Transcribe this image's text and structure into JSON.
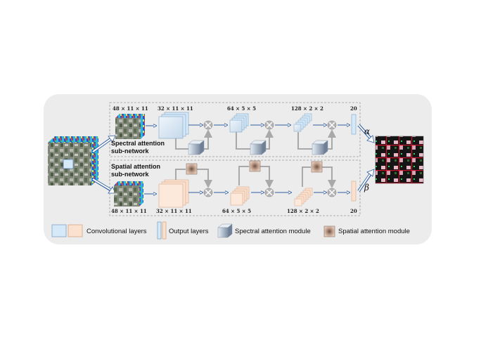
{
  "spectral": {
    "title_line1": "Spectral attention",
    "title_line2": "sub-network",
    "dims": [
      "48 × 11 × 11",
      "32 × 11 × 11",
      "64 × 5 × 5",
      "128 × 2 × 2",
      "20"
    ]
  },
  "spatial": {
    "title_line1": "Spatial attention",
    "title_line2": "sub-network",
    "dims": [
      "48 × 11 × 11",
      "32 × 11 × 11",
      "64 × 5 × 5",
      "128 × 2 × 2",
      "20"
    ]
  },
  "weights": {
    "alpha": "α",
    "beta": "β"
  },
  "legend": {
    "conv": "Convolutional layers",
    "output": "Output layers",
    "spectral_module": "Spectral attention module",
    "spatial_module": "Spatial attention module"
  },
  "colors": {
    "panel_bg": "#ececec",
    "spectral_conv": "#d6e9f8",
    "spatial_conv": "#fbe1cf",
    "arrow": "#2e5fa3",
    "attention_line": "#a9a9a9",
    "spatial_module": "#c9a48c"
  }
}
